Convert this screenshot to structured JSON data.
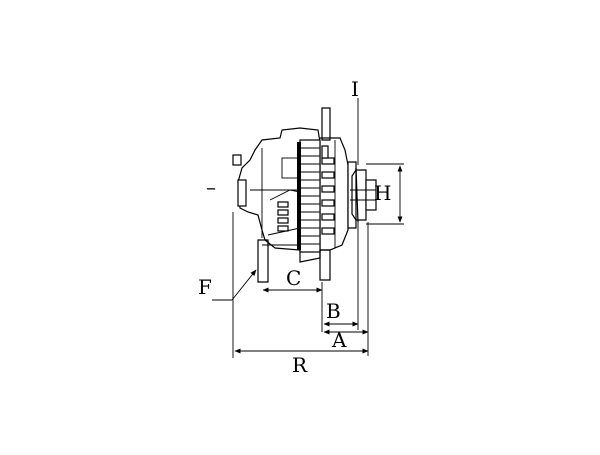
{
  "labels": {
    "I": "I",
    "H": "H",
    "C": "C",
    "B": "B",
    "A": "A",
    "R": "R",
    "F": "F",
    "dash": "–"
  }
}
